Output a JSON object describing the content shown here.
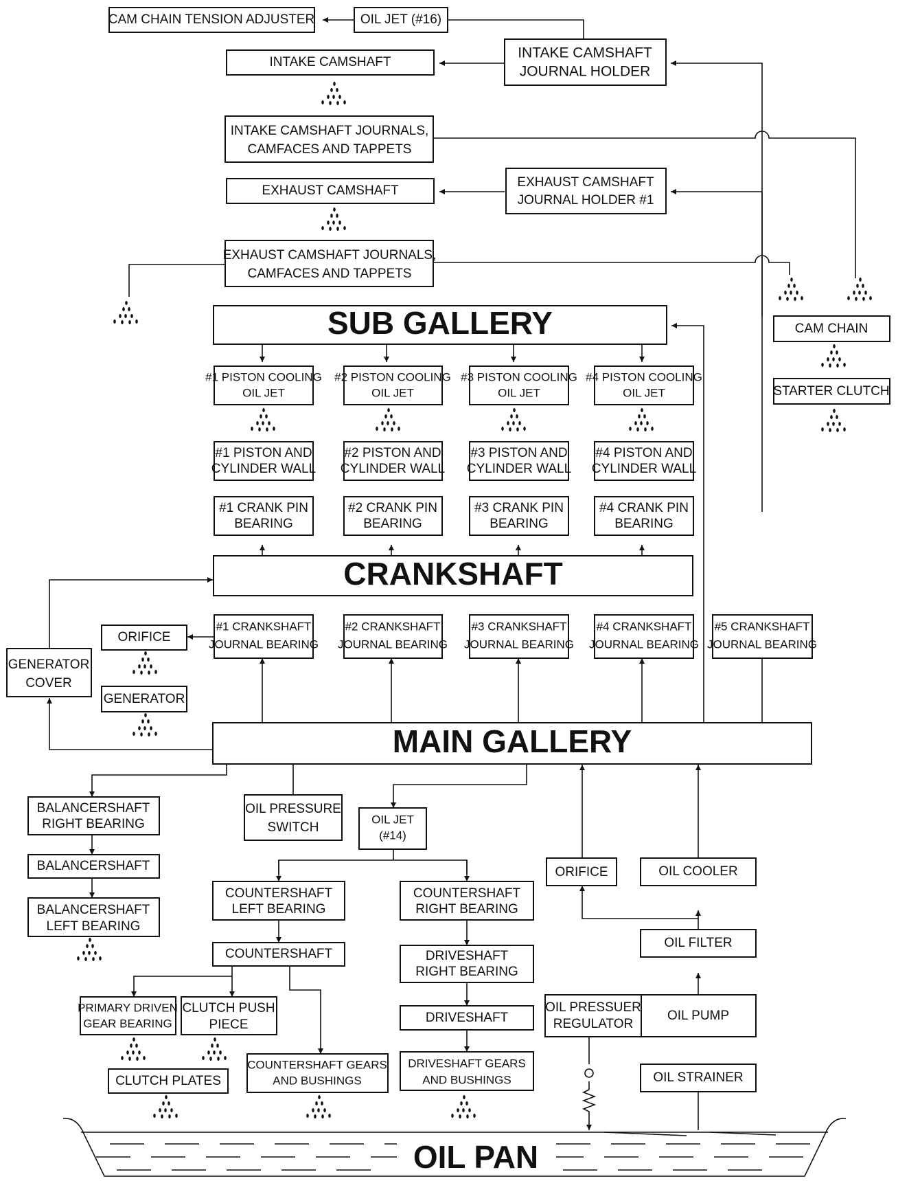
{
  "diagram": {
    "nodes": {
      "cam_chain_tension_adjuster": "CAM CHAIN TENSION ADJUSTER",
      "oil_jet_16": "OIL JET (#16)",
      "intake_camshaft": "INTAKE CAMSHAFT",
      "intake_camshaft_journal_holder_1": "INTAKE CAMSHAFT",
      "intake_camshaft_journal_holder_2": "JOURNAL HOLDER",
      "intake_journals_1": "INTAKE CAMSHAFT JOURNALS,",
      "intake_journals_2": "CAMFACES AND TAPPETS",
      "exhaust_camshaft": "EXHAUST CAMSHAFT",
      "exhaust_journal_holder_1": "EXHAUST CAMSHAFT",
      "exhaust_journal_holder_2": "JOURNAL HOLDER #1",
      "exhaust_journals_1": "EXHAUST CAMSHAFT JOURNALS,",
      "exhaust_journals_2": "CAMFACES AND TAPPETS",
      "sub_gallery": "SUB GALLERY",
      "cam_chain": "CAM CHAIN",
      "starter_clutch": "STARTER CLUTCH",
      "piston_jet_1a": "#1 PISTON COOLING",
      "piston_jet_1b": "OIL JET",
      "piston_jet_2a": "#2 PISTON COOLING",
      "piston_jet_2b": "OIL JET",
      "piston_jet_3a": "#3 PISTON COOLING",
      "piston_jet_3b": "OIL JET",
      "piston_jet_4a": "#4 PISTON COOLING",
      "piston_jet_4b": "OIL JET",
      "piston_wall_1a": "#1 PISTON AND",
      "piston_wall_1b": "CYLINDER WALL",
      "piston_wall_2a": "#2 PISTON AND",
      "piston_wall_2b": "CYLINDER WALL",
      "piston_wall_3a": "#3 PISTON AND",
      "piston_wall_3b": "CYLINDER WALL",
      "piston_wall_4a": "#4 PISTON AND",
      "piston_wall_4b": "CYLINDER WALL",
      "crank_pin_1a": "#1 CRANK PIN",
      "crank_pin_1b": "BEARING",
      "crank_pin_2a": "#2 CRANK PIN",
      "crank_pin_2b": "BEARING",
      "crank_pin_3a": "#3 CRANK PIN",
      "crank_pin_3b": "BEARING",
      "crank_pin_4a": "#4 CRANK PIN",
      "crank_pin_4b": "BEARING",
      "crankshaft": "CRANKSHAFT",
      "orifice_upper": "ORIFICE",
      "generator_cover_1": "GENERATOR",
      "generator_cover_2": "COVER",
      "generator": "GENERATOR",
      "journal_1a": "#1 CRANKSHAFT",
      "journal_1b": "JOURNAL BEARING",
      "journal_2a": "#2 CRANKSHAFT",
      "journal_2b": "JOURNAL BEARING",
      "journal_3a": "#3 CRANKSHAFT",
      "journal_3b": "JOURNAL BEARING",
      "journal_4a": "#4 CRANKSHAFT",
      "journal_4b": "JOURNAL BEARING",
      "journal_5a": "#5 CRANKSHAFT",
      "journal_5b": "JOURNAL BEARING",
      "main_gallery": "MAIN GALLERY",
      "balancer_right_1": "BALANCERSHAFT",
      "balancer_right_2": "RIGHT BEARING",
      "balancershaft": "BALANCERSHAFT",
      "balancer_left_1": "BALANCERSHAFT",
      "balancer_left_2": "LEFT BEARING",
      "oil_pressure_switch_1": "OIL PRESSURE",
      "oil_pressure_switch_2": "SWITCH",
      "oil_jet_14_1": "OIL JET",
      "oil_jet_14_2": "(#14)",
      "countershaft_left_1": "COUNTERSHAFT",
      "countershaft_left_2": "LEFT BEARING",
      "countershaft": "COUNTERSHAFT",
      "primary_driven_1": "PRIMARY DRIVEN",
      "primary_driven_2": "GEAR BEARING",
      "clutch_push_1": "CLUTCH PUSH",
      "clutch_push_2": "PIECE",
      "clutch_plates": "CLUTCH PLATES",
      "countershaft_gears_1": "COUNTERSHAFT GEARS",
      "countershaft_gears_2": "AND BUSHINGS",
      "countershaft_right_1": "COUNTERSHAFT",
      "countershaft_right_2": "RIGHT BEARING",
      "driveshaft_right_1": "DRIVESHAFT",
      "driveshaft_right_2": "RIGHT BEARING",
      "driveshaft": "DRIVESHAFT",
      "driveshaft_gears_1": "DRIVESHAFT GEARS",
      "driveshaft_gears_2": "AND BUSHINGS",
      "orifice_lower": "ORIFICE",
      "oil_cooler": "OIL COOLER",
      "oil_filter": "OIL FILTER",
      "oil_pressure_regulator_1": "OIL PRESSUER",
      "oil_pressure_regulator_2": "REGULATOR",
      "oil_pump": "OIL PUMP",
      "oil_strainer": "OIL STRAINER",
      "oil_pan": "OIL PAN"
    }
  }
}
